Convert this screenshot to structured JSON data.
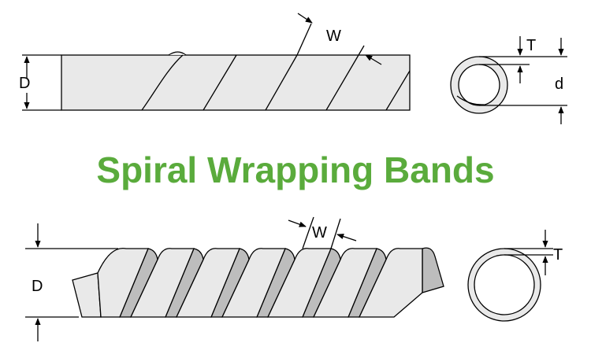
{
  "title": "Spiral Wrapping Bands",
  "colors": {
    "title": "#5aab3c",
    "band_fill": "#e9e9e9",
    "band_inner": "#bdbdbd",
    "outline": "#000000"
  },
  "top_diagram": {
    "side_view": {
      "diameter_label": "D",
      "width_label": "W"
    },
    "end_view": {
      "thickness_label": "T",
      "inner_diameter_label": "d"
    }
  },
  "bottom_diagram": {
    "side_view": {
      "diameter_label": "D",
      "width_label": "W"
    },
    "end_view": {
      "thickness_label": "T"
    }
  }
}
